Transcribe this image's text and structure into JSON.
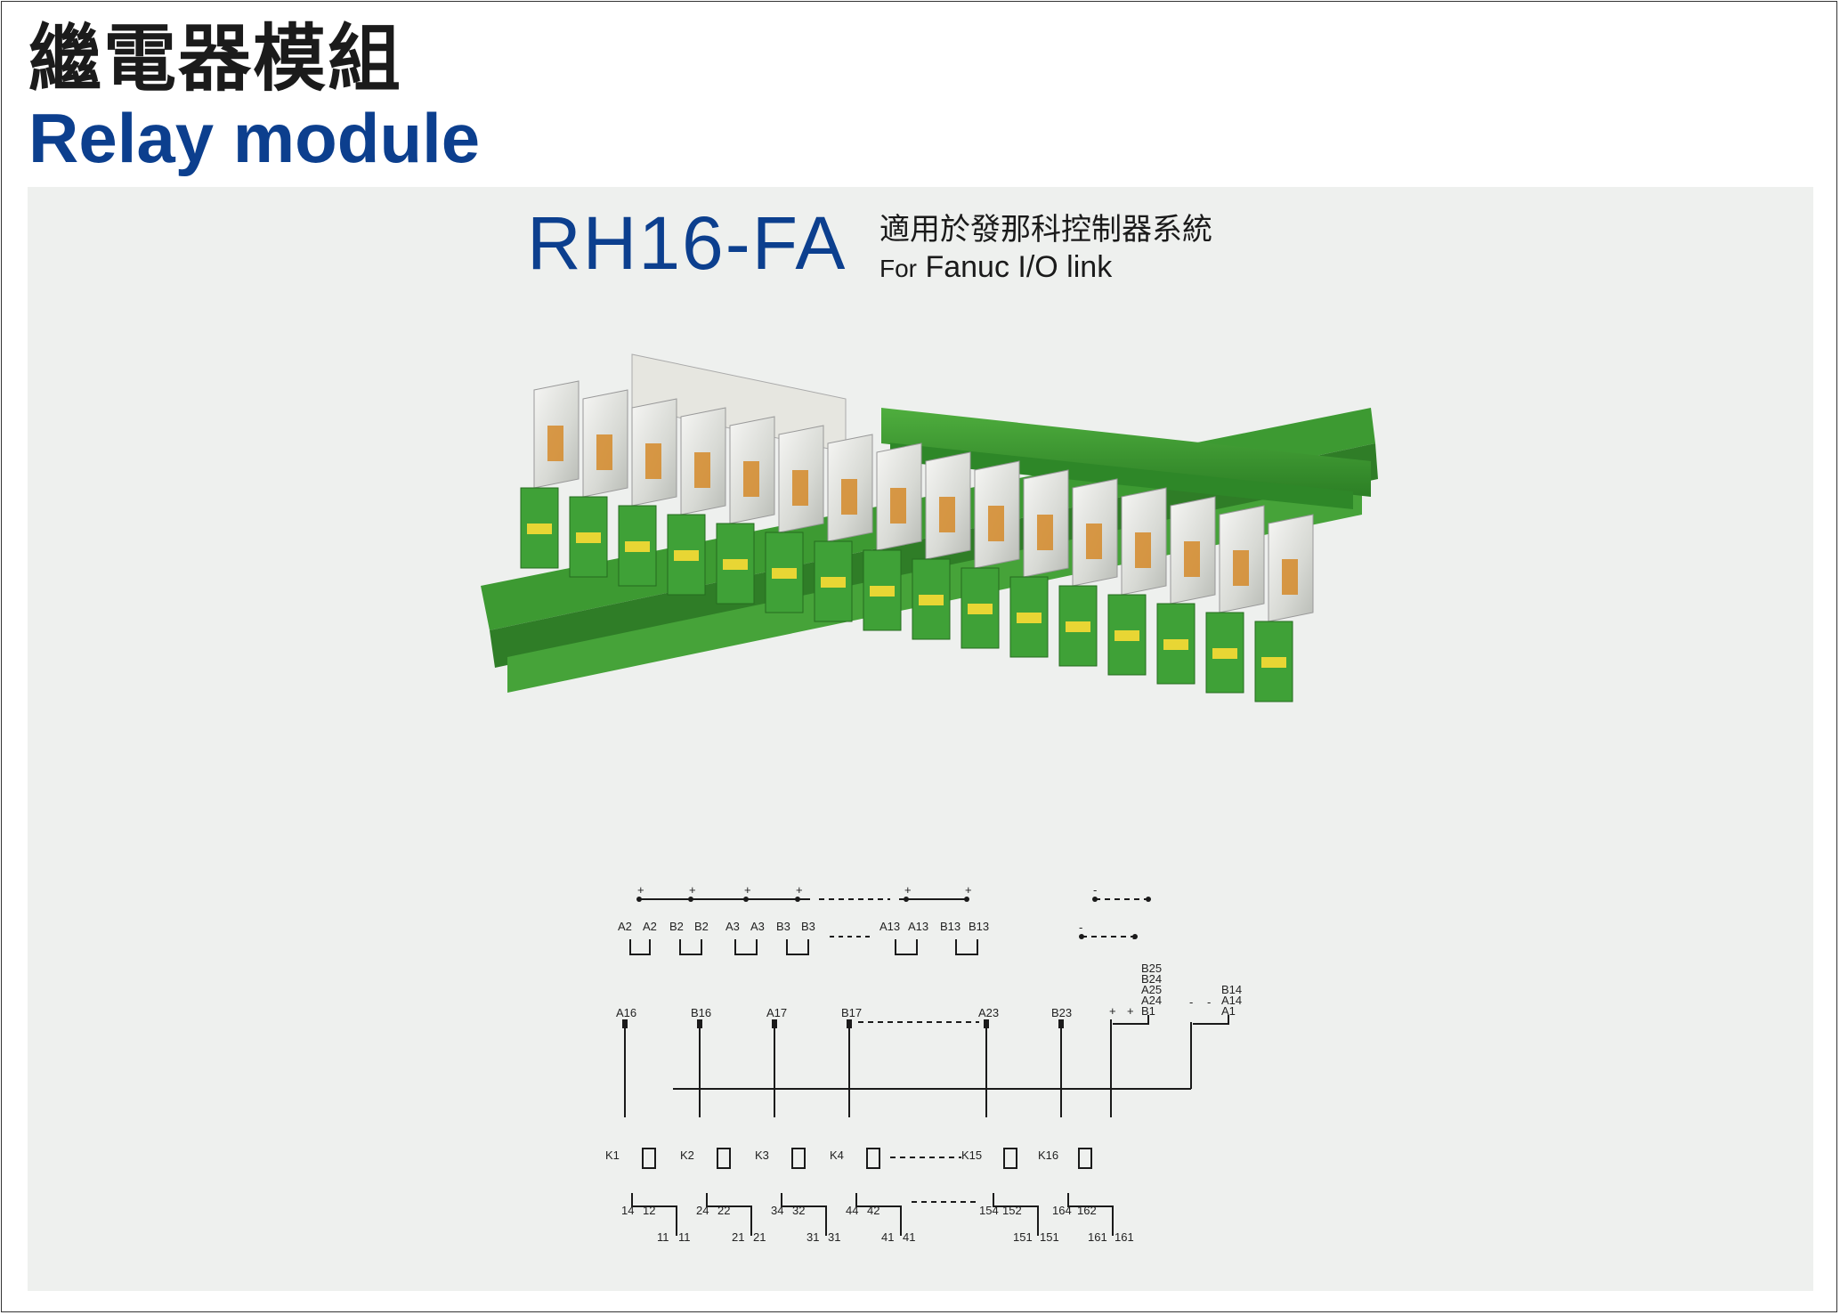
{
  "header": {
    "title_cn": "繼電器模組",
    "title_en": "Relay module"
  },
  "product": {
    "model": "RH16-FA",
    "application_cn": "適用於發那科控制器系統",
    "application_en_prefix": "For",
    "application_en": "Fanuc I/O link",
    "image_icon": "relay-board-photo"
  },
  "schematic": {
    "plus": "+",
    "minus": "-",
    "bus_terminals": [
      "A2",
      "A2",
      "B2",
      "B2",
      "A3",
      "A3",
      "B3",
      "B3",
      "A13",
      "A13",
      "B13",
      "B13"
    ],
    "input_terminals": [
      "A16",
      "B16",
      "A17",
      "B17",
      "A23",
      "B23"
    ],
    "power_plus_terminals": [
      "B25",
      "B24",
      "A25",
      "A24",
      "B1"
    ],
    "power_minus_terminals": [
      "B14",
      "A14",
      "A1"
    ],
    "relays": [
      "K1",
      "K2",
      "K3",
      "K4",
      "K15",
      "K16"
    ],
    "contact_no": [
      "14",
      "24",
      "34",
      "44",
      "154",
      "164"
    ],
    "contact_nc": [
      "12",
      "22",
      "32",
      "42",
      "152",
      "162"
    ],
    "contact_com": [
      "11",
      "21",
      "31",
      "41",
      "151",
      "161"
    ],
    "colors": {
      "line": "#1a1a1a",
      "accent": "#0c3f8e"
    }
  }
}
